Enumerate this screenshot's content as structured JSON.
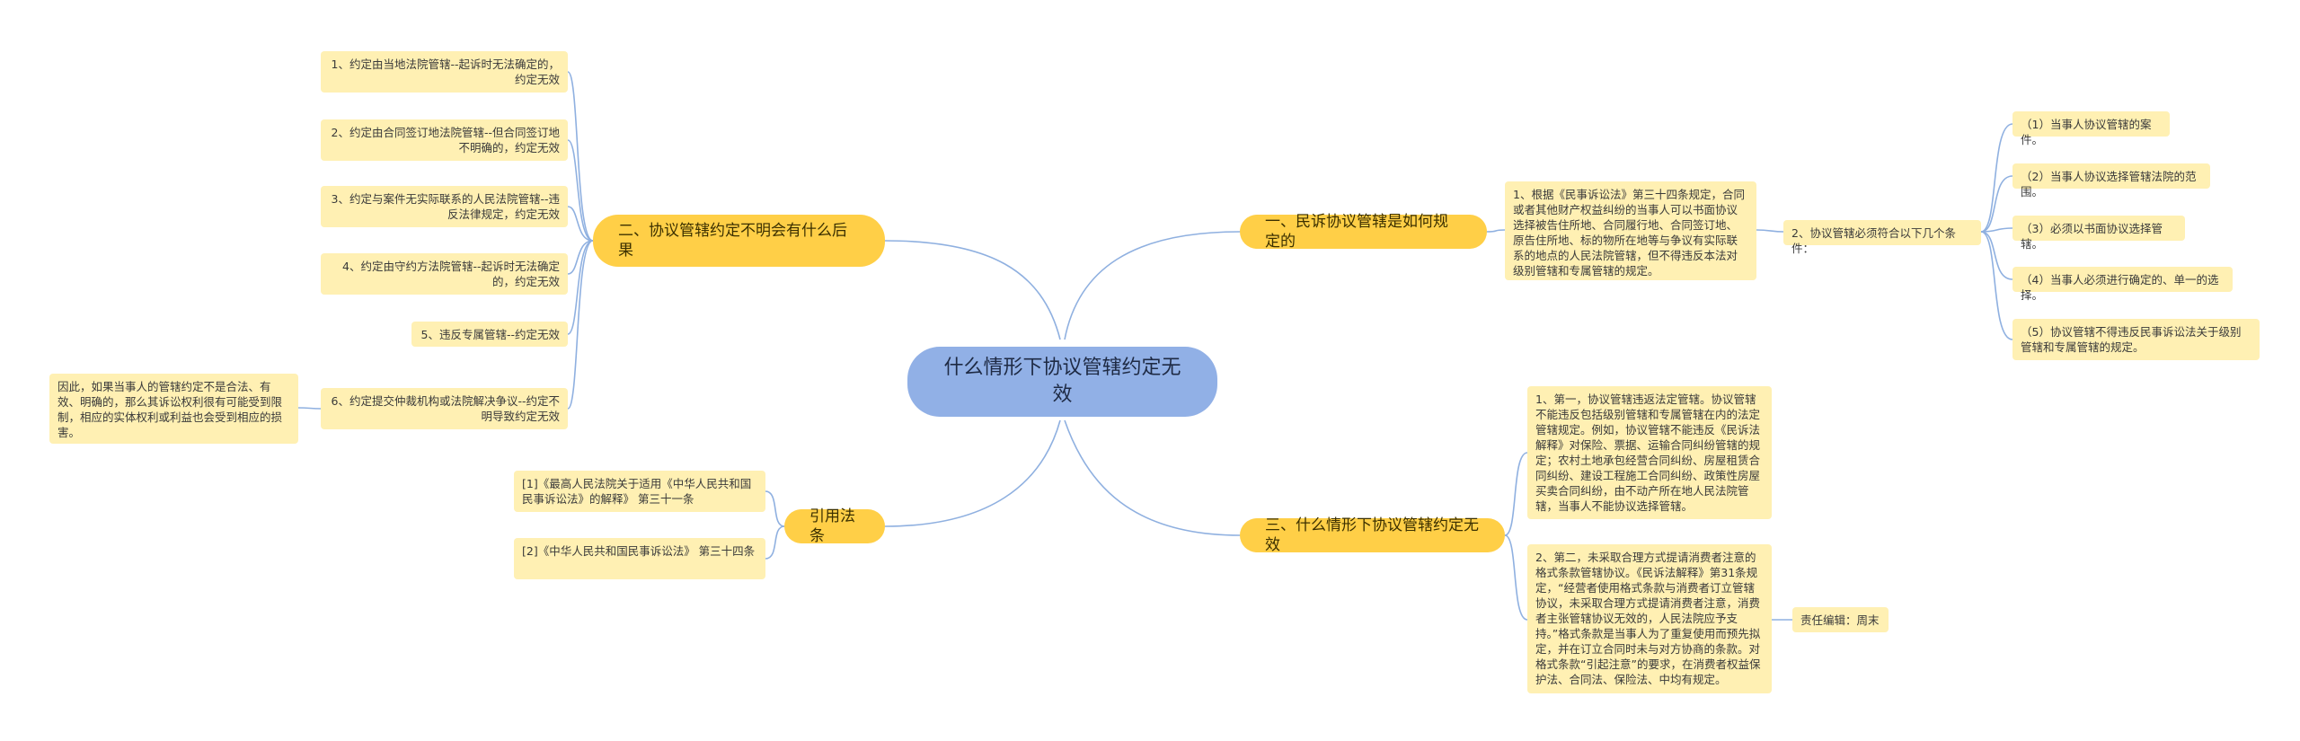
{
  "root": {
    "title": "什么情形下协议管辖约定无效"
  },
  "branches": {
    "b1": {
      "label": "一、民诉协议管辖是如何规定的"
    },
    "b2": {
      "label": "二、协议管辖约定不明会有什么后果"
    },
    "b3": {
      "label": "三、什么情形下协议管辖约定无效"
    },
    "b4": {
      "label": "引用法条"
    }
  },
  "b1_children": {
    "c1": "1、根据《民事诉讼法》第三十四条规定，合同或者其他财产权益纠纷的当事人可以书面协议选择被告住所地、合同履行地、合同签订地、原告住所地、标的物所在地等与争议有实际联系的地点的人民法院管辖，但不得违反本法对级别管辖和专属管辖的规定。",
    "c2": "2、协议管辖必须符合以下几个条件：",
    "c2_items": [
      "（1）当事人协议管辖的案件。",
      "（2）当事人协议选择管辖法院的范围。",
      "（3）必须以书面协议选择管辖。",
      "（4）当事人必须进行确定的、单一的选择。",
      "（5）协议管辖不得违反民事诉讼法关于级别管辖和专属管辖的规定。"
    ]
  },
  "b2_children": [
    "1、约定由当地法院管辖--起诉时无法确定的，约定无效",
    "2、约定由合同签订地法院管辖--但合同签订地不明确的，约定无效",
    "3、约定与案件无实际联系的人民法院管辖--违反法律规定，约定无效",
    "4、约定由守约方法院管辖--起诉时无法确定的，约定无效",
    "5、违反专属管辖--约定无效",
    "6、约定提交仲裁机构或法院解决争议--约定不明导致约定无效"
  ],
  "b2_note": "因此，如果当事人的管辖约定不是合法、有效、明确的，那么其诉讼权利很有可能受到限制，相应的实体权利或利益也会受到相应的损害。",
  "b3_children": {
    "c1": "1、第一，协议管辖违返法定管辖。协议管辖不能违反包括级别管辖和专属管辖在内的法定管辖规定。例如，协议管辖不能违反《民诉法解释》对保险、票据、运输合同纠纷管辖的规定；农村土地承包经营合同纠纷、房屋租赁合同纠纷、建设工程施工合同纠纷、政策性房屋买卖合同纠纷，由不动产所在地人民法院管辖，当事人不能协议选择管辖。",
    "c2": "2、第二，未采取合理方式提请消费者注意的格式条款管辖协议。《民诉法解释》第31条规定，“经营者使用格式条款与消费者订立管辖协议，未采取合理方式提请消费者注意，消费者主张管辖协议无效的，人民法院应予支持。”格式条款是当事人为了重复使用而预先拟定，并在订立合同时未与对方协商的条款。对格式条款“引起注意”的要求，在消费者权益保护法、合同法、保险法、中均有规定。",
    "editor": "责任编辑：周末"
  },
  "b4_children": [
    "[1]《最高人民法院关于适用《中华人民共和国民事诉讼法》的解释》 第三十一条",
    "[2]《中华人民共和国民事诉讼法》 第三十四条"
  ],
  "colors": {
    "root": "#91b0e6",
    "branch": "#ffcf47",
    "leaf": "#fff0b3",
    "link": "#8fb0e0"
  }
}
